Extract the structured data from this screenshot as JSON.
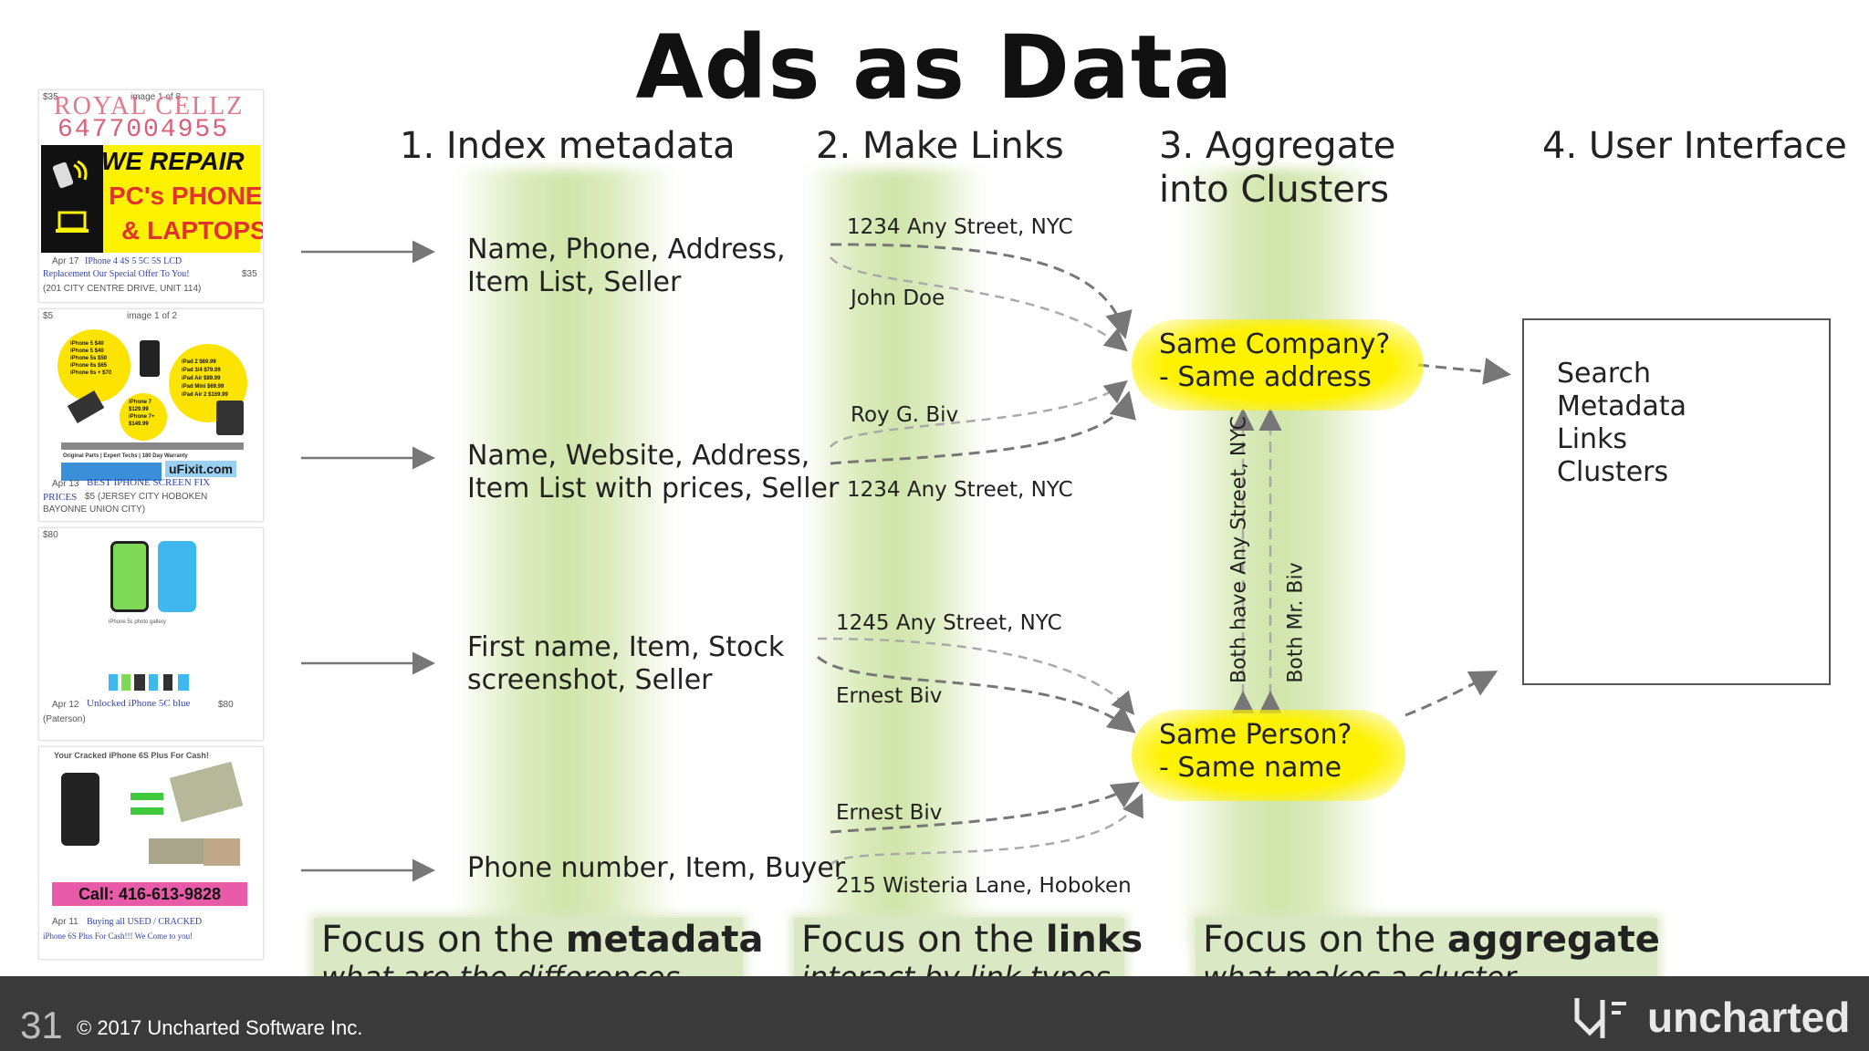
{
  "title": "Ads as Data",
  "columns": [
    {
      "heading": "1. Index metadata"
    },
    {
      "heading": "2. Make Links"
    },
    {
      "heading_line1": "3. Aggregate",
      "heading_line2": "into Clusters"
    },
    {
      "heading": "4. User Interface"
    }
  ],
  "ads": [
    {
      "price": "$35",
      "image_caption": "image 1 of 8",
      "banner": "ROYAL CELLZ",
      "phone": "6477004955",
      "headline1": "WE REPAIR",
      "headline2": "PC's PHONES",
      "headline3": "& LAPTOPS",
      "listing_date": "Apr 17",
      "listing_title": "IPhone 4 4S 5 5C 5S LCD",
      "listing_title2": "Replacement Our Special Offer To You!",
      "listing_price": "$35",
      "location": "(201 CITY CENTRE DRIVE, UNIT 114)"
    },
    {
      "price": "$5",
      "image_caption": "image 1 of 2",
      "left_prices": [
        "iPhone 5 $40",
        "iPhone 5 $40",
        "iPhone 5s $50",
        "iPhone 6s $65",
        "iPhone 6s + $70"
      ],
      "right_prices": [
        "iPad 2 $69.99",
        "iPad 3/4 $79.99",
        "iPad Air $89.99",
        "iPad Mini $69.99",
        "iPad Air 2 $169.99"
      ],
      "center_prices": [
        "iPhone 7",
        "$129.99",
        "iPhone 7+",
        "$149.99"
      ],
      "notice": "Original Parts | Expert Techs | 180 Day Warranty",
      "brand": "uFixit.com",
      "listing_date": "Apr 13",
      "listing_title": "BEST IPHONE SCREEN FIX",
      "listing_title2": "PRICES",
      "listing_price": "$5",
      "location": "(JERSEY CITY HOBOKEN",
      "location2": "BAYONNE UNION CITY)"
    },
    {
      "price": "$80",
      "caption": "iPhone 5c photo gallery",
      "listing_date": "Apr 12",
      "listing_title": "Unlocked iPhone 5C blue",
      "listing_price": "$80",
      "location": "(Paterson)"
    },
    {
      "header": "Your Cracked iPhone 6S Plus For Cash!",
      "call": "Call: 416-613-9828",
      "listing_date": "Apr 11",
      "listing_title": "Buying all USED / CRACKED",
      "listing_title2": "iPhone 6S Plus For Cash!!! We Come to you!"
    }
  ],
  "metadata": [
    {
      "line1": "Name, Phone, Address,",
      "line2": "Item List, Seller"
    },
    {
      "line1": "Name, Website, Address,",
      "line2": "Item List with prices, Seller"
    },
    {
      "line1": "First name, Item, Stock",
      "line2": "screenshot, Seller"
    },
    {
      "line1": "Phone number, Item, Buyer",
      "line2": ""
    }
  ],
  "links": [
    "1234 Any Street, NYC",
    "John Doe",
    "Roy G. Biv",
    "1234 Any Street, NYC",
    "1245 Any Street, NYC",
    "Ernest Biv",
    "Ernest Biv",
    "215 Wisteria Lane, Hoboken"
  ],
  "clusters": [
    {
      "line1": "Same Company?",
      "line2": "- Same address"
    },
    {
      "line1": "Same Person?",
      "line2": "- Same name"
    }
  ],
  "cluster_links": {
    "left": "Both have Any Street, NYC",
    "right": "Both Mr. Biv"
  },
  "ui_items": [
    "Search",
    "Metadata",
    "Links",
    "Clusters"
  ],
  "focus": [
    {
      "prefix": "Focus on the ",
      "bold": "metadata",
      "sub": "what are the differences"
    },
    {
      "prefix": "Focus on the ",
      "bold": "links",
      "sub": "interact by link types"
    },
    {
      "prefix": "Focus on the ",
      "bold": "aggregate",
      "sub": "what makes a cluster"
    }
  ],
  "footer": {
    "slide_number": "31",
    "copyright": "© 2017 Uncharted Software Inc.",
    "logo": "uncharted"
  },
  "colors": {
    "highlight": "#fff200",
    "band_green": "#cde3a5",
    "focus_bg": "#dbe8c4",
    "footer_bg": "#3a3a3a",
    "arrow_gray": "#777777"
  }
}
